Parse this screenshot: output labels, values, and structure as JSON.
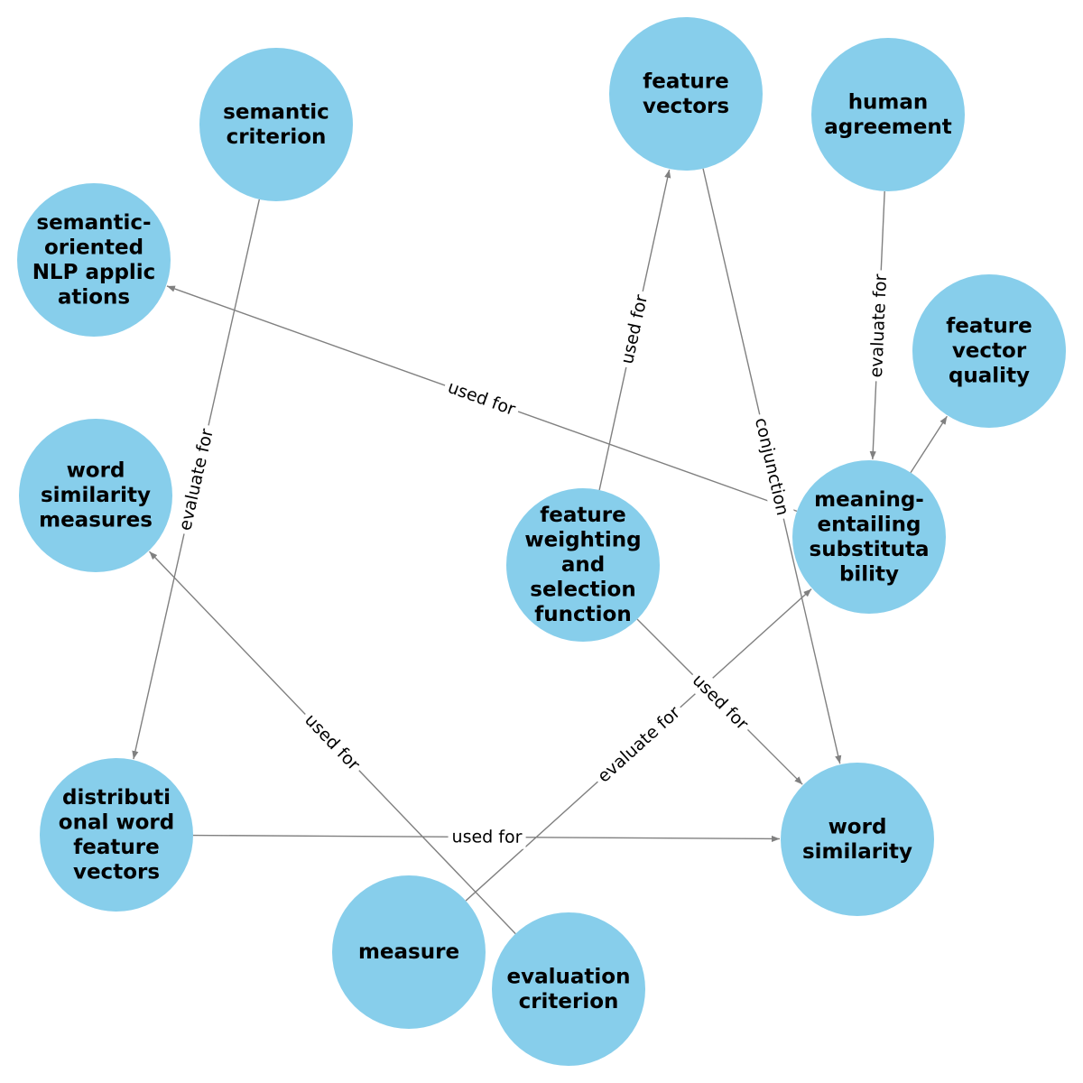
{
  "colors": {
    "node_fill": "#87ceeb",
    "edge": "#808080",
    "background": "#ffffff"
  },
  "nodes": [
    {
      "id": "semantic-criterion",
      "lines": [
        "semantic",
        "criterion"
      ]
    },
    {
      "id": "feature-vectors",
      "lines": [
        "feature",
        "vectors"
      ]
    },
    {
      "id": "human-agreement",
      "lines": [
        "human",
        "agreement"
      ]
    },
    {
      "id": "semantic-oriented-nlp-applications",
      "lines": [
        "semantic-",
        "oriented",
        "NLP applic",
        "ations"
      ]
    },
    {
      "id": "feature-vector-quality",
      "lines": [
        "feature",
        "vector",
        "quality"
      ]
    },
    {
      "id": "word-similarity-measures",
      "lines": [
        "word",
        "similarity",
        "measures"
      ]
    },
    {
      "id": "feature-weighting-and-selection-function",
      "lines": [
        "feature",
        "weighting",
        "and",
        "selection",
        "function"
      ]
    },
    {
      "id": "meaning-entailing-substitutability",
      "lines": [
        "meaning-",
        "entailing",
        "substituta",
        "bility"
      ]
    },
    {
      "id": "distributional-word-feature-vectors",
      "lines": [
        "distributi",
        "onal word",
        "feature",
        "vectors"
      ]
    },
    {
      "id": "word-similarity",
      "lines": [
        "word",
        "similarity"
      ]
    },
    {
      "id": "measure",
      "lines": [
        "measure"
      ]
    },
    {
      "id": "evaluation-criterion",
      "lines": [
        "evaluation",
        "criterion"
      ]
    }
  ],
  "edges": [
    {
      "from": "semantic-criterion",
      "to": "distributional-word-feature-vectors",
      "label": "evaluate for"
    },
    {
      "from": "feature-weighting-and-selection-function",
      "to": "feature-vectors",
      "label": "used for"
    },
    {
      "from": "feature-vectors",
      "to": "word-similarity",
      "label": "conjunction"
    },
    {
      "from": "human-agreement",
      "to": "meaning-entailing-substitutability",
      "label": "evaluate for"
    },
    {
      "from": "meaning-entailing-substitutability",
      "to": "semantic-oriented-nlp-applications",
      "label": "used for"
    },
    {
      "from": "meaning-entailing-substitutability",
      "to": "feature-vector-quality",
      "label": ""
    },
    {
      "from": "measure",
      "to": "meaning-entailing-substitutability",
      "label": "evaluate for"
    },
    {
      "from": "feature-weighting-and-selection-function",
      "to": "word-similarity",
      "label": "used for"
    },
    {
      "from": "evaluation-criterion",
      "to": "word-similarity-measures",
      "label": "used for"
    },
    {
      "from": "distributional-word-feature-vectors",
      "to": "word-similarity",
      "label": "used for"
    }
  ]
}
